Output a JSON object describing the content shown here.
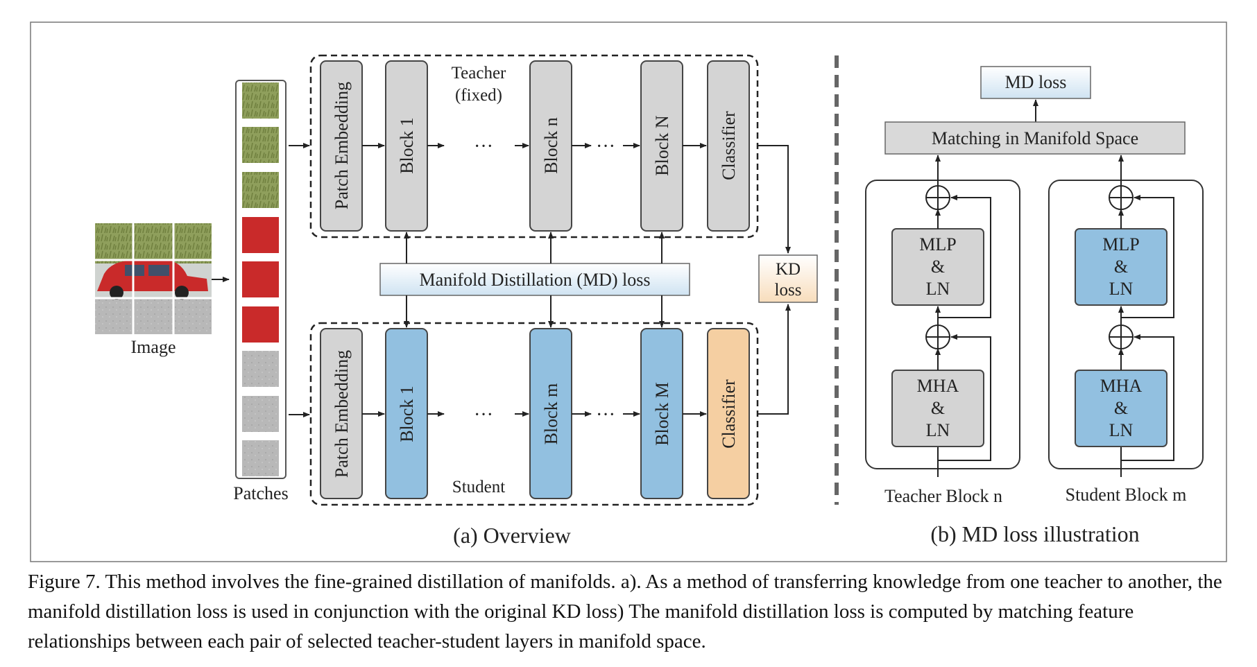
{
  "overview": {
    "image_label": "Image",
    "patches_label": "Patches",
    "teacher_label_line1": "Teacher",
    "teacher_label_line2": "(fixed)",
    "student_label": "Student",
    "patch_embedding": "Patch Embedding",
    "teacher_blocks": {
      "block1": "Block 1",
      "block_n": "Block n",
      "block_N": "Block N"
    },
    "student_blocks": {
      "block1": "Block 1",
      "block_m": "Block m",
      "block_M": "Block M"
    },
    "classifier": "Classifier",
    "ellipsis": "···",
    "md_loss_box": "Manifold Distillation (MD) loss",
    "kd_loss_line1": "KD",
    "kd_loss_line2": "loss",
    "subcaption": "(a)  Overview"
  },
  "md_illustration": {
    "md_loss": "MD loss",
    "matching": "Matching in Manifold Space",
    "mlp_line1": "MLP",
    "mlp_line2": "&",
    "mlp_line3": "LN",
    "mha_line1": "MHA",
    "mha_line2": "&",
    "mha_line3": "LN",
    "teacher_block_label": "Teacher Block n",
    "student_block_label": "Student Block m",
    "subcaption": "(b)  MD loss illustration"
  },
  "caption": "Figure 7. This method involves the fine-grained distillation of manifolds. a). As a method of transferring knowledge from one teacher to another, the manifold distillation loss is used in conjunction with the original KD loss) The manifold distillation loss is computed by matching feature relationships between each pair of selected teacher-student layers in manifold space.",
  "colors": {
    "teacher_block": "#d4d4d4",
    "student_block": "#92c0e0",
    "student_classifier": "#f5cfa2",
    "loss_box_gradient_end": "#cfe3f2"
  }
}
